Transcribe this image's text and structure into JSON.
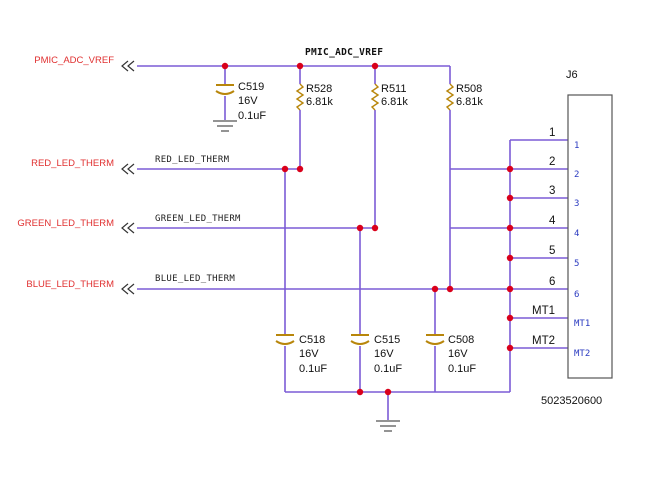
{
  "net_title": "PMIC_ADC_VREF",
  "ports": {
    "vref": "PMIC_ADC_VREF",
    "red": "RED_LED_THERM",
    "green": "GREEN_LED_THERM",
    "blue": "BLUE_LED_THERM"
  },
  "net_labels": {
    "red": "RED_LED_THERM",
    "green": "GREEN_LED_THERM",
    "blue": "BLUE_LED_THERM"
  },
  "components": {
    "c519": {
      "ref": "C519",
      "voltage": "16V",
      "value": "0.1uF"
    },
    "r528": {
      "ref": "R528",
      "value": "6.81k"
    },
    "r511": {
      "ref": "R511",
      "value": "6.81k"
    },
    "r508": {
      "ref": "R508",
      "value": "6.81k"
    },
    "c518": {
      "ref": "C518",
      "voltage": "16V",
      "value": "0.1uF"
    },
    "c515": {
      "ref": "C515",
      "voltage": "16V",
      "value": "0.1uF"
    },
    "c508": {
      "ref": "C508",
      "voltage": "16V",
      "value": "0.1uF"
    }
  },
  "connector": {
    "ref": "J6",
    "part_number": "5023520600",
    "pins": [
      {
        "num": "1",
        "name": "1"
      },
      {
        "num": "2",
        "name": "2"
      },
      {
        "num": "3",
        "name": "3"
      },
      {
        "num": "4",
        "name": "4"
      },
      {
        "num": "5",
        "name": "5"
      },
      {
        "num": "6",
        "name": "6"
      },
      {
        "num": "MT1",
        "name": "MT1"
      },
      {
        "num": "MT2",
        "name": "MT2"
      }
    ]
  }
}
